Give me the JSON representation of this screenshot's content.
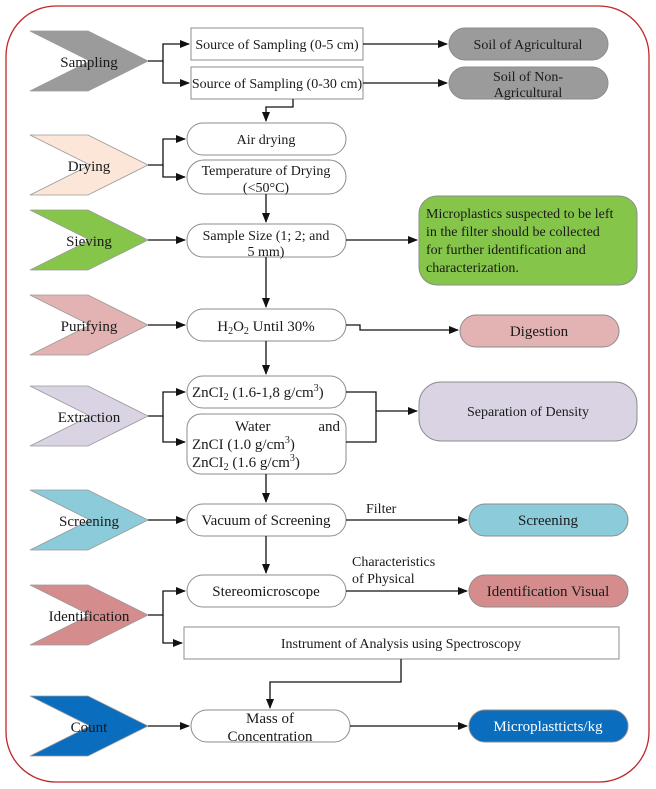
{
  "colors": {
    "frame": "#c0262a",
    "sampling": "#9b9b9b",
    "drying": "#fbe6d8",
    "sieving": "#85c64a",
    "purifying": "#e3b2b2",
    "extraction": "#d9d3e4",
    "screening": "#8ccbd9",
    "identification": "#d48c8c",
    "count": "#0a6dbd"
  },
  "stages": [
    {
      "id": "sampling",
      "label": "Sampling"
    },
    {
      "id": "drying",
      "label": "Drying"
    },
    {
      "id": "sieving",
      "label": "Sieving"
    },
    {
      "id": "purifying",
      "label": "Purifying"
    },
    {
      "id": "extraction",
      "label": "Extraction"
    },
    {
      "id": "screening",
      "label": "Screening"
    },
    {
      "id": "identification",
      "label": "Identification"
    },
    {
      "id": "count",
      "label": "Count"
    }
  ],
  "steps": {
    "sampling_0_5": "Source of Sampling (0-5 cm)",
    "sampling_0_30": "Source of Sampling (0-30 cm)",
    "air_drying": "Air drying",
    "temp_drying_1": "Temperature of Drying",
    "temp_drying_2": "(<50°C)",
    "sample_size_1": "Sample Size (1; 2; and",
    "sample_size_2": "5 mm)",
    "h2o2_a": "H",
    "h2o2_sub1": "2",
    "h2o2_b": "O",
    "h2o2_sub2": "2",
    "h2o2_c": " Until 30%",
    "zncl2_a": "ZnCI",
    "zncl2_sub": "2",
    "zncl2_b": " (1.6-1,8 g/cm",
    "zncl2_sup": "3",
    "zncl2_c": ")",
    "water_1": "Water",
    "water_and": "and",
    "water_2a": "ZnCI (1.0 g/cm",
    "water_2sup": "3",
    "water_2c": ")",
    "water_3a": "ZnCI",
    "water_3sub": "2",
    "water_3b": " (1.6 g/cm",
    "water_3sup": "3",
    "water_3c": ")",
    "vacuum": "Vacuum of Screening",
    "stereo": "Stereomicroscope",
    "spectro": "Instrument of Analysis using Spectroscopy",
    "mass_1": "Mass of",
    "mass_2": "Concentration"
  },
  "outcomes": {
    "soil_agri": "Soil of Agricultural",
    "soil_nonagri_1": "Soil of Non-",
    "soil_nonagri_2": "Agricultural",
    "micro_note_1": "Microplastics suspected to be left",
    "micro_note_2": "in the filter should be collected",
    "micro_note_3": "for further identification and",
    "micro_note_4": "characterization.",
    "digestion": "Digestion",
    "density": "Separation of Density",
    "screening": "Screening",
    "ident_visual": "Identification Visual",
    "micro_kg": "Microplastticts/kg"
  },
  "edge_labels": {
    "filter": "Filter",
    "phys_1": "Characteristics",
    "phys_2": "of Physical"
  }
}
